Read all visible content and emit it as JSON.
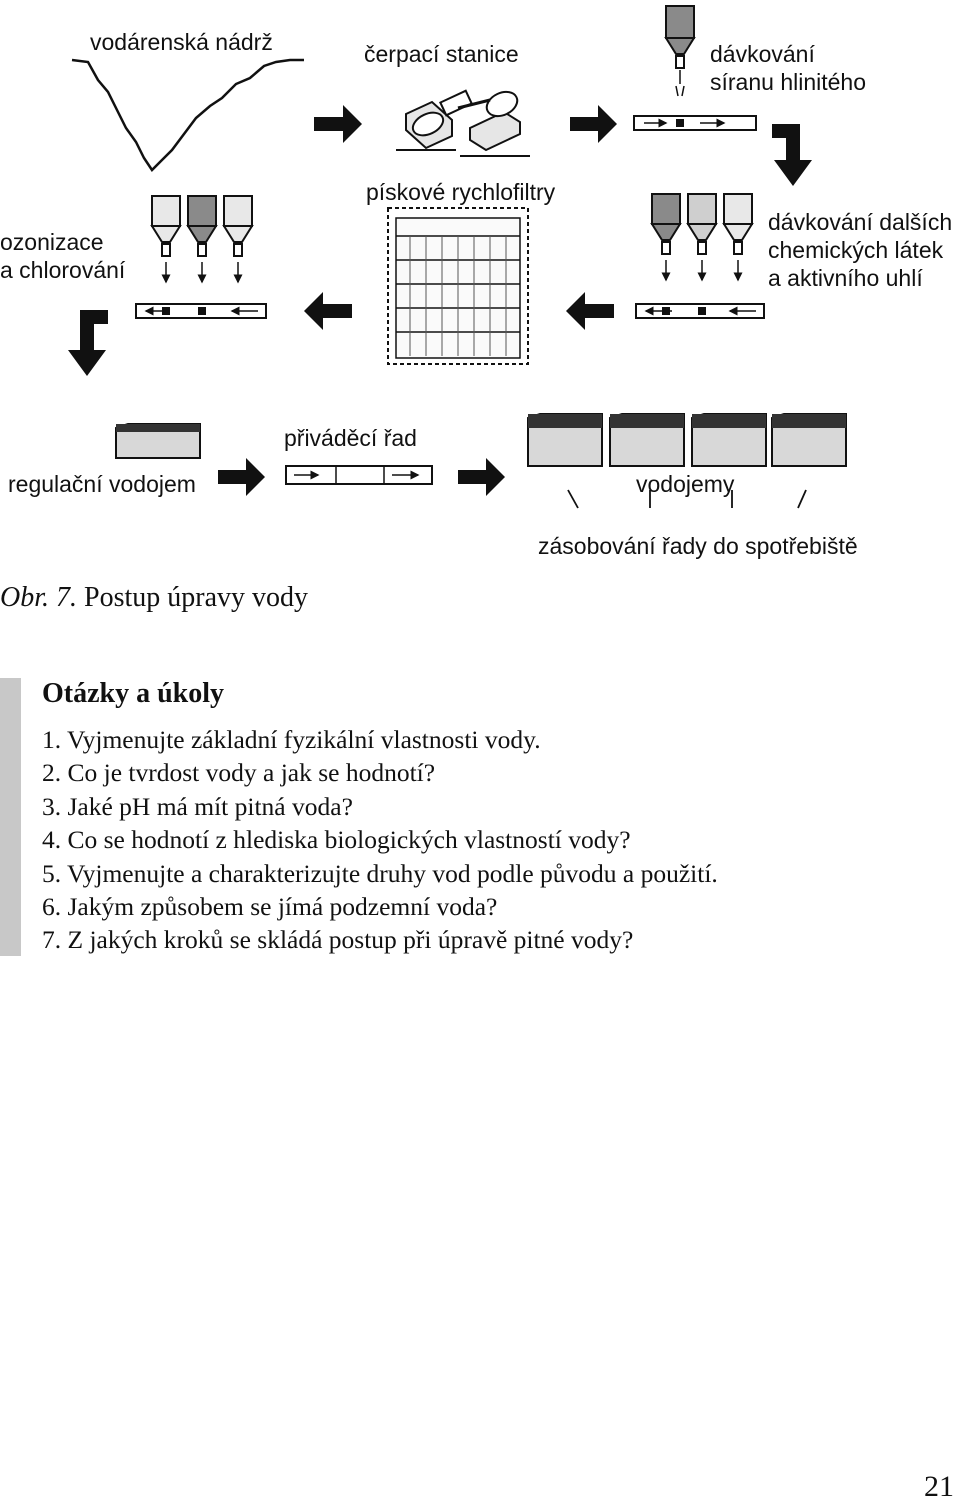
{
  "diagram": {
    "labels": {
      "reservoir": "vodárenská nádrž",
      "pumping": "čerpací stanice",
      "dosing_line1": "dávkování",
      "dosing_line2": "síranu hlinitého",
      "filters": "pískové rychlofiltry",
      "ozonation_line1": "ozonizace",
      "ozonation_line2": "a chlorování",
      "other_dosing_line1": "dávkování dalších",
      "other_dosing_line2": "chemických látek",
      "other_dosing_line3": "a aktivního uhlí",
      "regulation_tank": "regulační vodojem",
      "supply_line": "přiváděcí řad",
      "tanks": "vodojemy",
      "distribution": "zásobování řady do spotřebiště"
    },
    "icons": [
      "reservoir-icon",
      "pump-icon",
      "dosing-hopper-icon",
      "sand-filter-icon",
      "water-tank-icon",
      "pipe-icon",
      "arrow-icon"
    ],
    "colors": {
      "ink": "#111111",
      "tank_fill": "#d8d8d8",
      "hopper_dark": "#8a8a8a",
      "hopper_light": "#cfcfcf"
    }
  },
  "figure": {
    "label": "Obr. 7.",
    "title": "Postup úpravy vody"
  },
  "questions": {
    "heading": "Otázky a úkoly",
    "items": [
      "1. Vyjmenujte základní fyzikální vlastnosti vody.",
      "2. Co je tvrdost vody a jak se hodnotí?",
      "3. Jaké pH má mít pitná voda?",
      "4. Co se hodnotí z hlediska biologických vlastností vody?",
      "5. Vyjmenujte a charakterizujte druhy vod podle původu a použití.",
      "6. Jakým způsobem se jímá podzemní voda?",
      "7. Z jakých kroků se skládá postup při úpravě pitné vody?"
    ]
  },
  "page_number": "21"
}
